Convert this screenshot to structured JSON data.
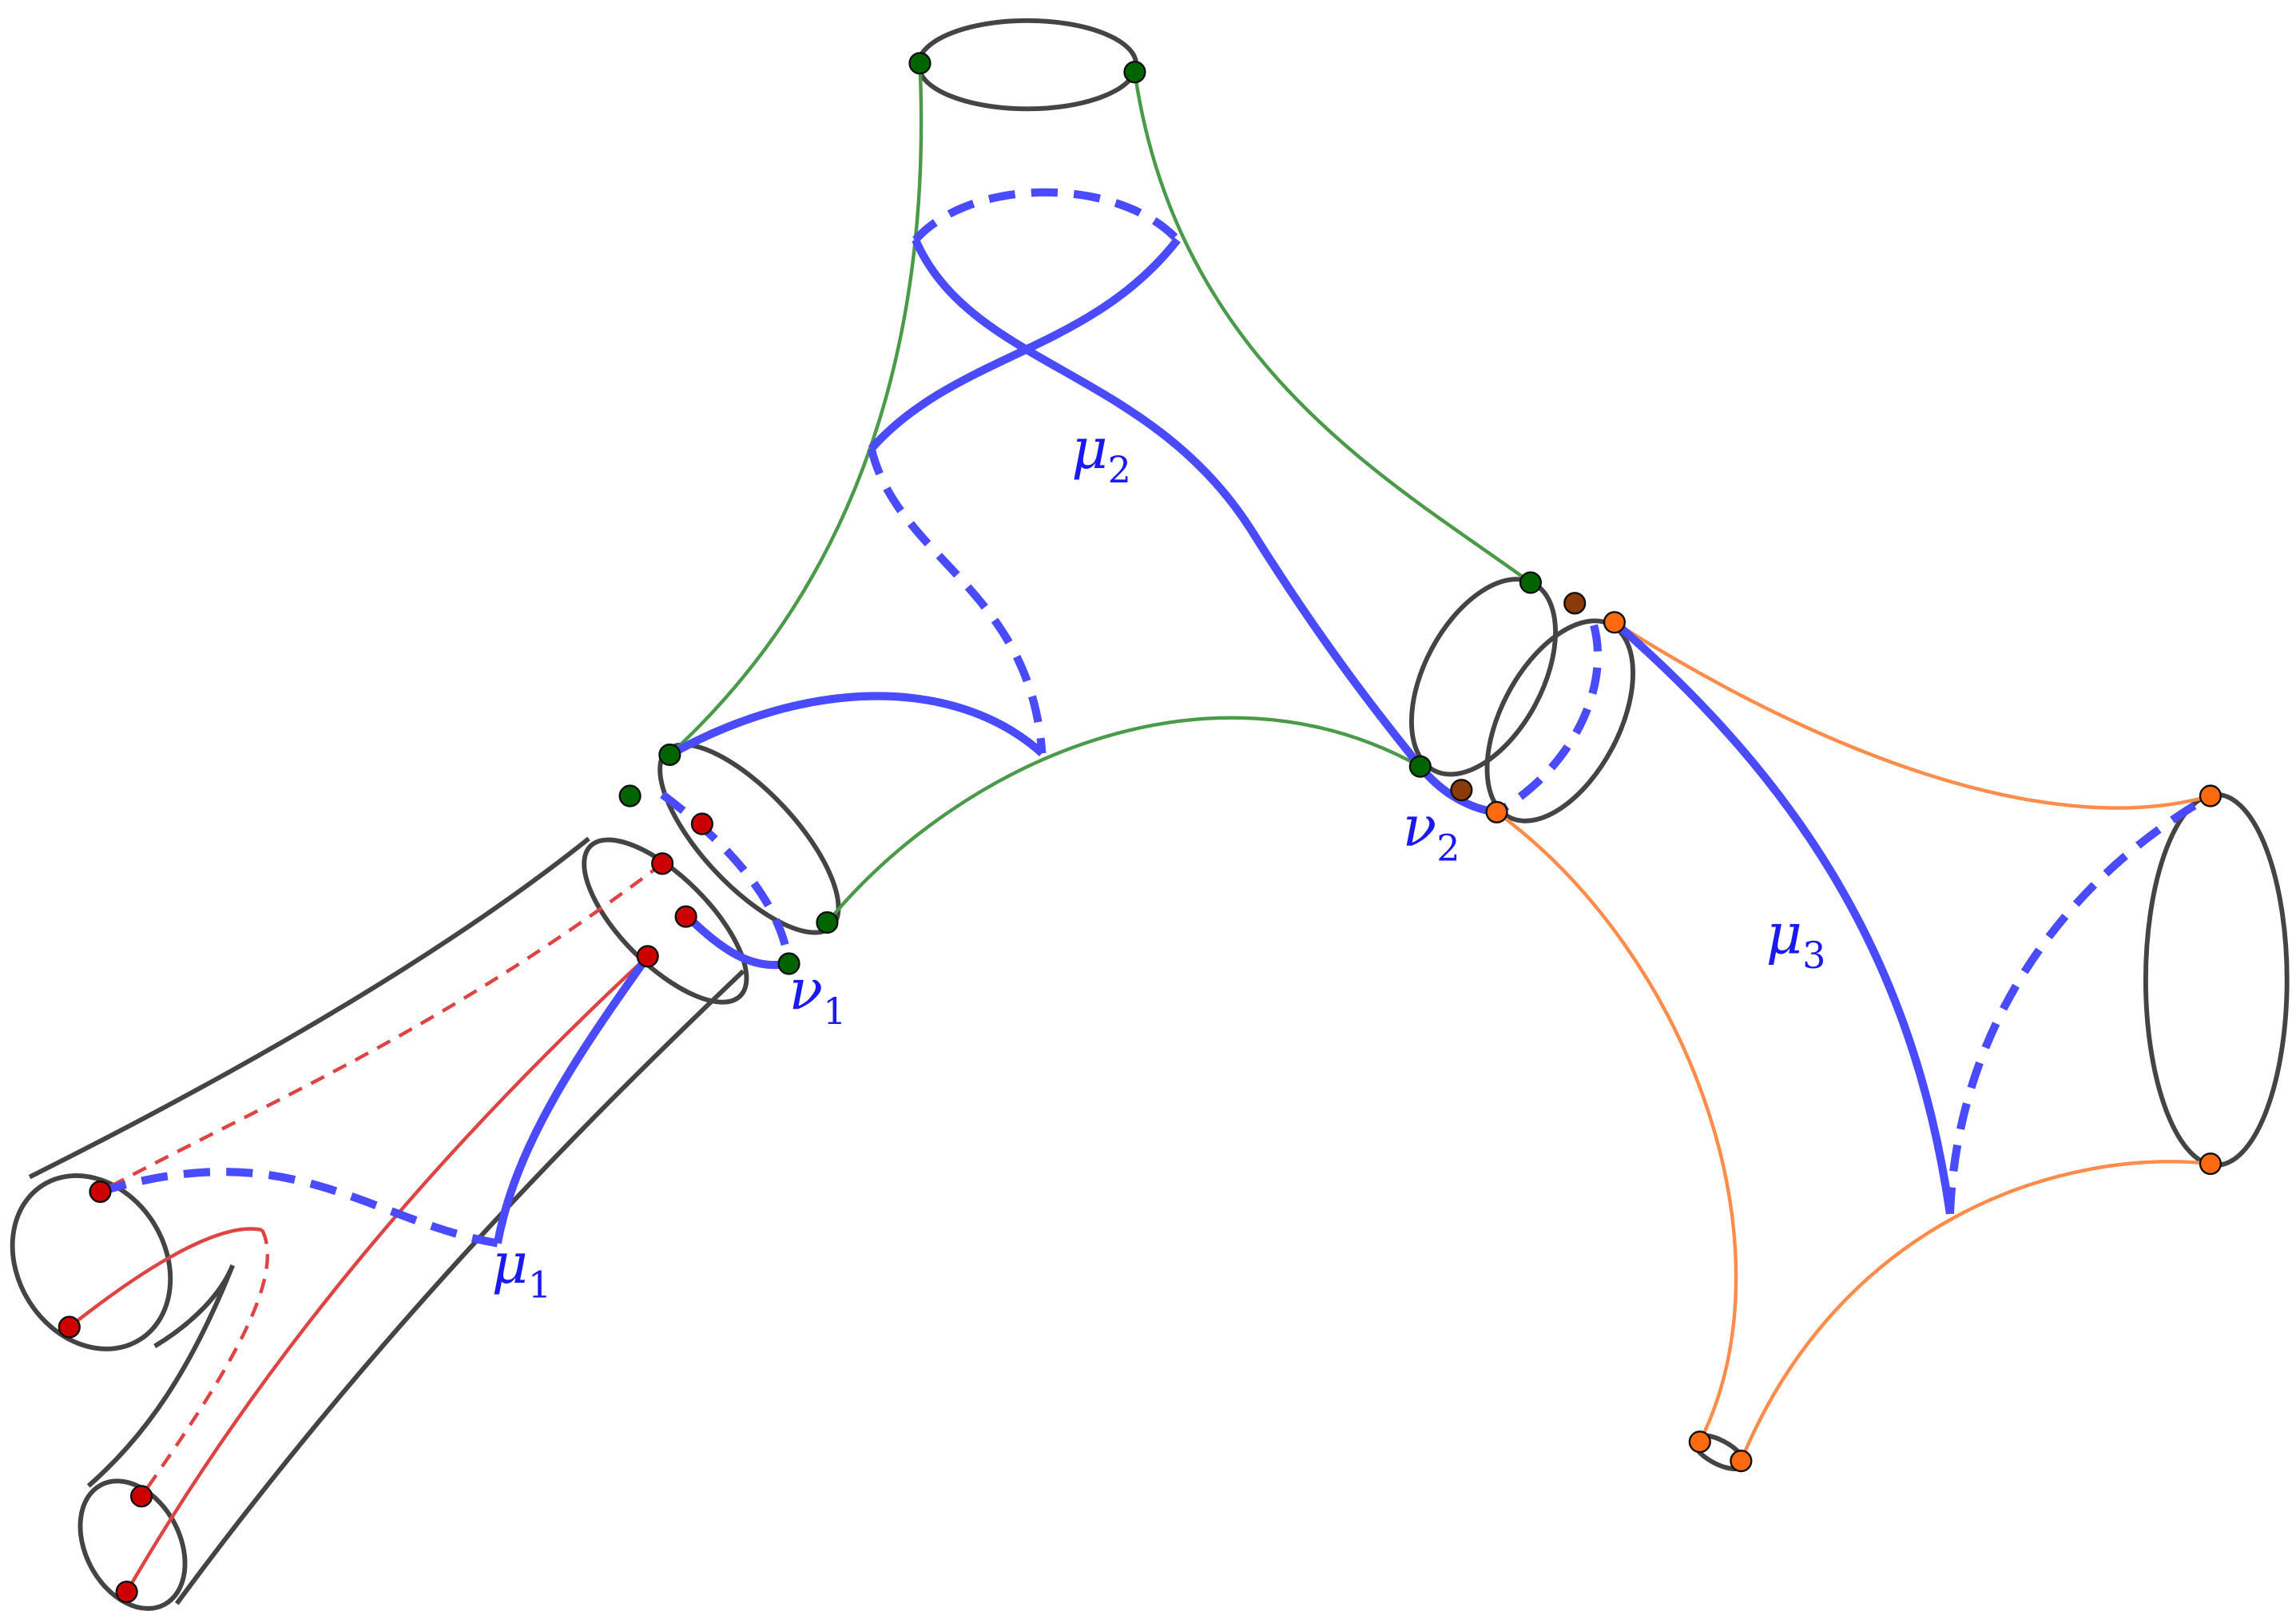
{
  "labels": {
    "mu1": {
      "sym": "μ",
      "sub": "1"
    },
    "mu2": {
      "sym": "μ",
      "sub": "2"
    },
    "mu3": {
      "sym": "μ",
      "sub": "3"
    },
    "nu1": {
      "sym": "ν",
      "sub": "1"
    },
    "nu2": {
      "sym": "ν",
      "sub": "2"
    }
  },
  "colors": {
    "boundary": "#444444",
    "curves": "#4a4aff",
    "seam_green": "#4a9a4a",
    "seam_orange": "#ff8c4a",
    "seam_red": "#dd4444",
    "dot_green": "#006400",
    "dot_red": "#cc0000",
    "dot_orange": "#ff6a10",
    "dot_brown": "#8b3a0a"
  }
}
